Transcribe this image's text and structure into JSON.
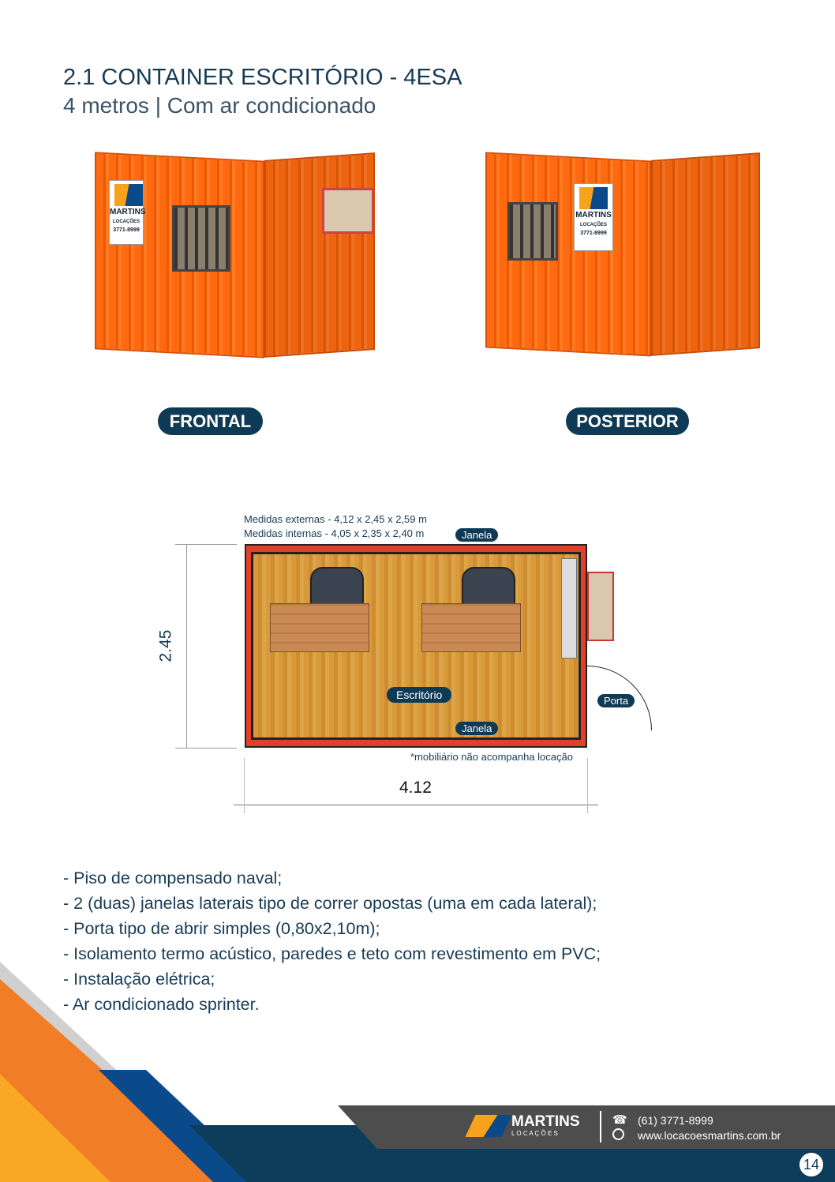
{
  "header": {
    "title": "2.1 CONTAINER ESCRITÓRIO - 4ESA",
    "subtitle": "4 metros | Com ar condicionado"
  },
  "views": {
    "front_label": "FRONTAL",
    "back_label": "POSTERIOR",
    "sign_brand": "MARTINS",
    "sign_sub": "LOCAÇÕES",
    "sign_phone": "3771-8999"
  },
  "plan": {
    "ext": "Medidas externas - 4,12 x 2,45 x 2,59 m",
    "int": "Medidas internas - 4,05 x 2,35 x 2,40 m",
    "window_top": "Janela",
    "window_bottom": "Janela",
    "room": "Escritório",
    "door": "Porta",
    "note": "*mobiliário não acompanha locação",
    "width": "4.12",
    "height": "2.45"
  },
  "features": [
    "- Piso de compensado naval;",
    "- 2 (duas) janelas laterais tipo de correr opostas (uma em cada lateral);",
    "- Porta tipo de abrir simples (0,80x2,10m);",
    "- Isolamento termo acústico, paredes e teto com revestimento em PVC;",
    "- Instalação elétrica;",
    "- Ar condicionado sprinter."
  ],
  "footer": {
    "brand": "MARTINS",
    "brand_sub": "L O C A Ç Õ E S",
    "phone": "(61) 3771-8999",
    "website": "www.locacoesmartins.com.br",
    "page": "14"
  },
  "colors": {
    "navy": "#0f3a55",
    "orange": "#ff6a10"
  }
}
